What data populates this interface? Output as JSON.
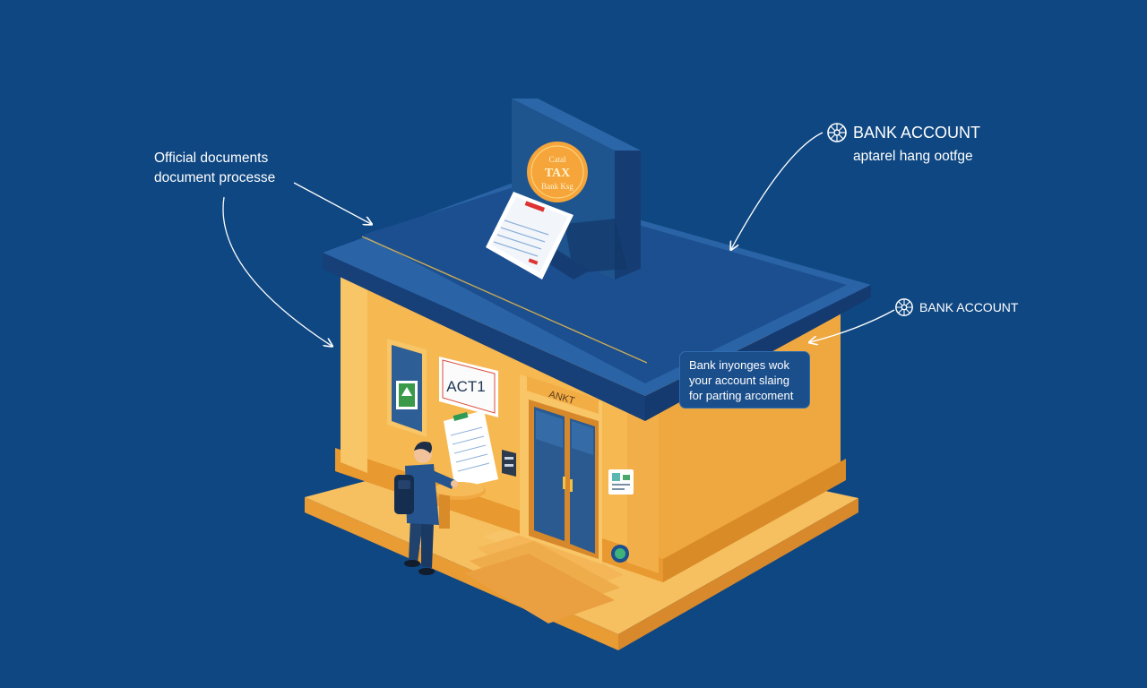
{
  "callouts": {
    "documents": {
      "line1": "Official documents",
      "line2": "document processe"
    },
    "bank_account_top": {
      "title": "BANK ACCOUNT",
      "subtitle": "aptarel hang ootfge",
      "icon": "bank-emblem-icon"
    },
    "bank_account_side": {
      "title": "BANK ACCOUNT",
      "icon": "bank-emblem-icon"
    },
    "info_box": {
      "line1": "Bank inyonges wok",
      "line2": "your account slaing",
      "line3": "for parting arcoment"
    }
  },
  "building": {
    "rooftop_sign": {
      "line1": "Catal",
      "line2": "TAX",
      "line3": "Bank Ksg"
    },
    "window_sign": "ACT1",
    "door_sign": "ANKT"
  },
  "colors": {
    "background": "#0f4782",
    "roof": "#1f5696",
    "wall": "#f3b54f",
    "wall_shade": "#e9a03a",
    "accent": "#f4a636",
    "text": "#ffffff"
  }
}
